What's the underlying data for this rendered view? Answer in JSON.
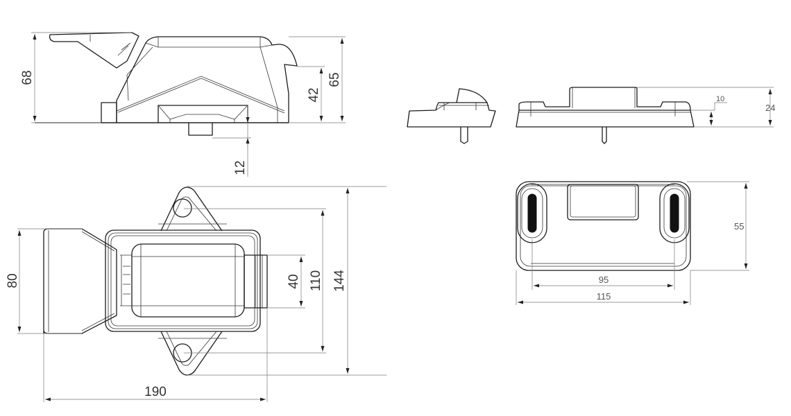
{
  "drawing": {
    "side_view": {
      "height_overall": "68",
      "height_body": "65",
      "height_hook": "42",
      "pin_length": "12"
    },
    "strike_front_view": {
      "height": "24",
      "base_height": "10"
    },
    "strike_top_view": {
      "hole_spacing": "95",
      "width": "115",
      "depth": "55"
    },
    "top_view": {
      "tongue_width": "80",
      "slot_width": "40",
      "hole_spacing": "110",
      "overall_width": "144",
      "overall_length": "190"
    }
  }
}
